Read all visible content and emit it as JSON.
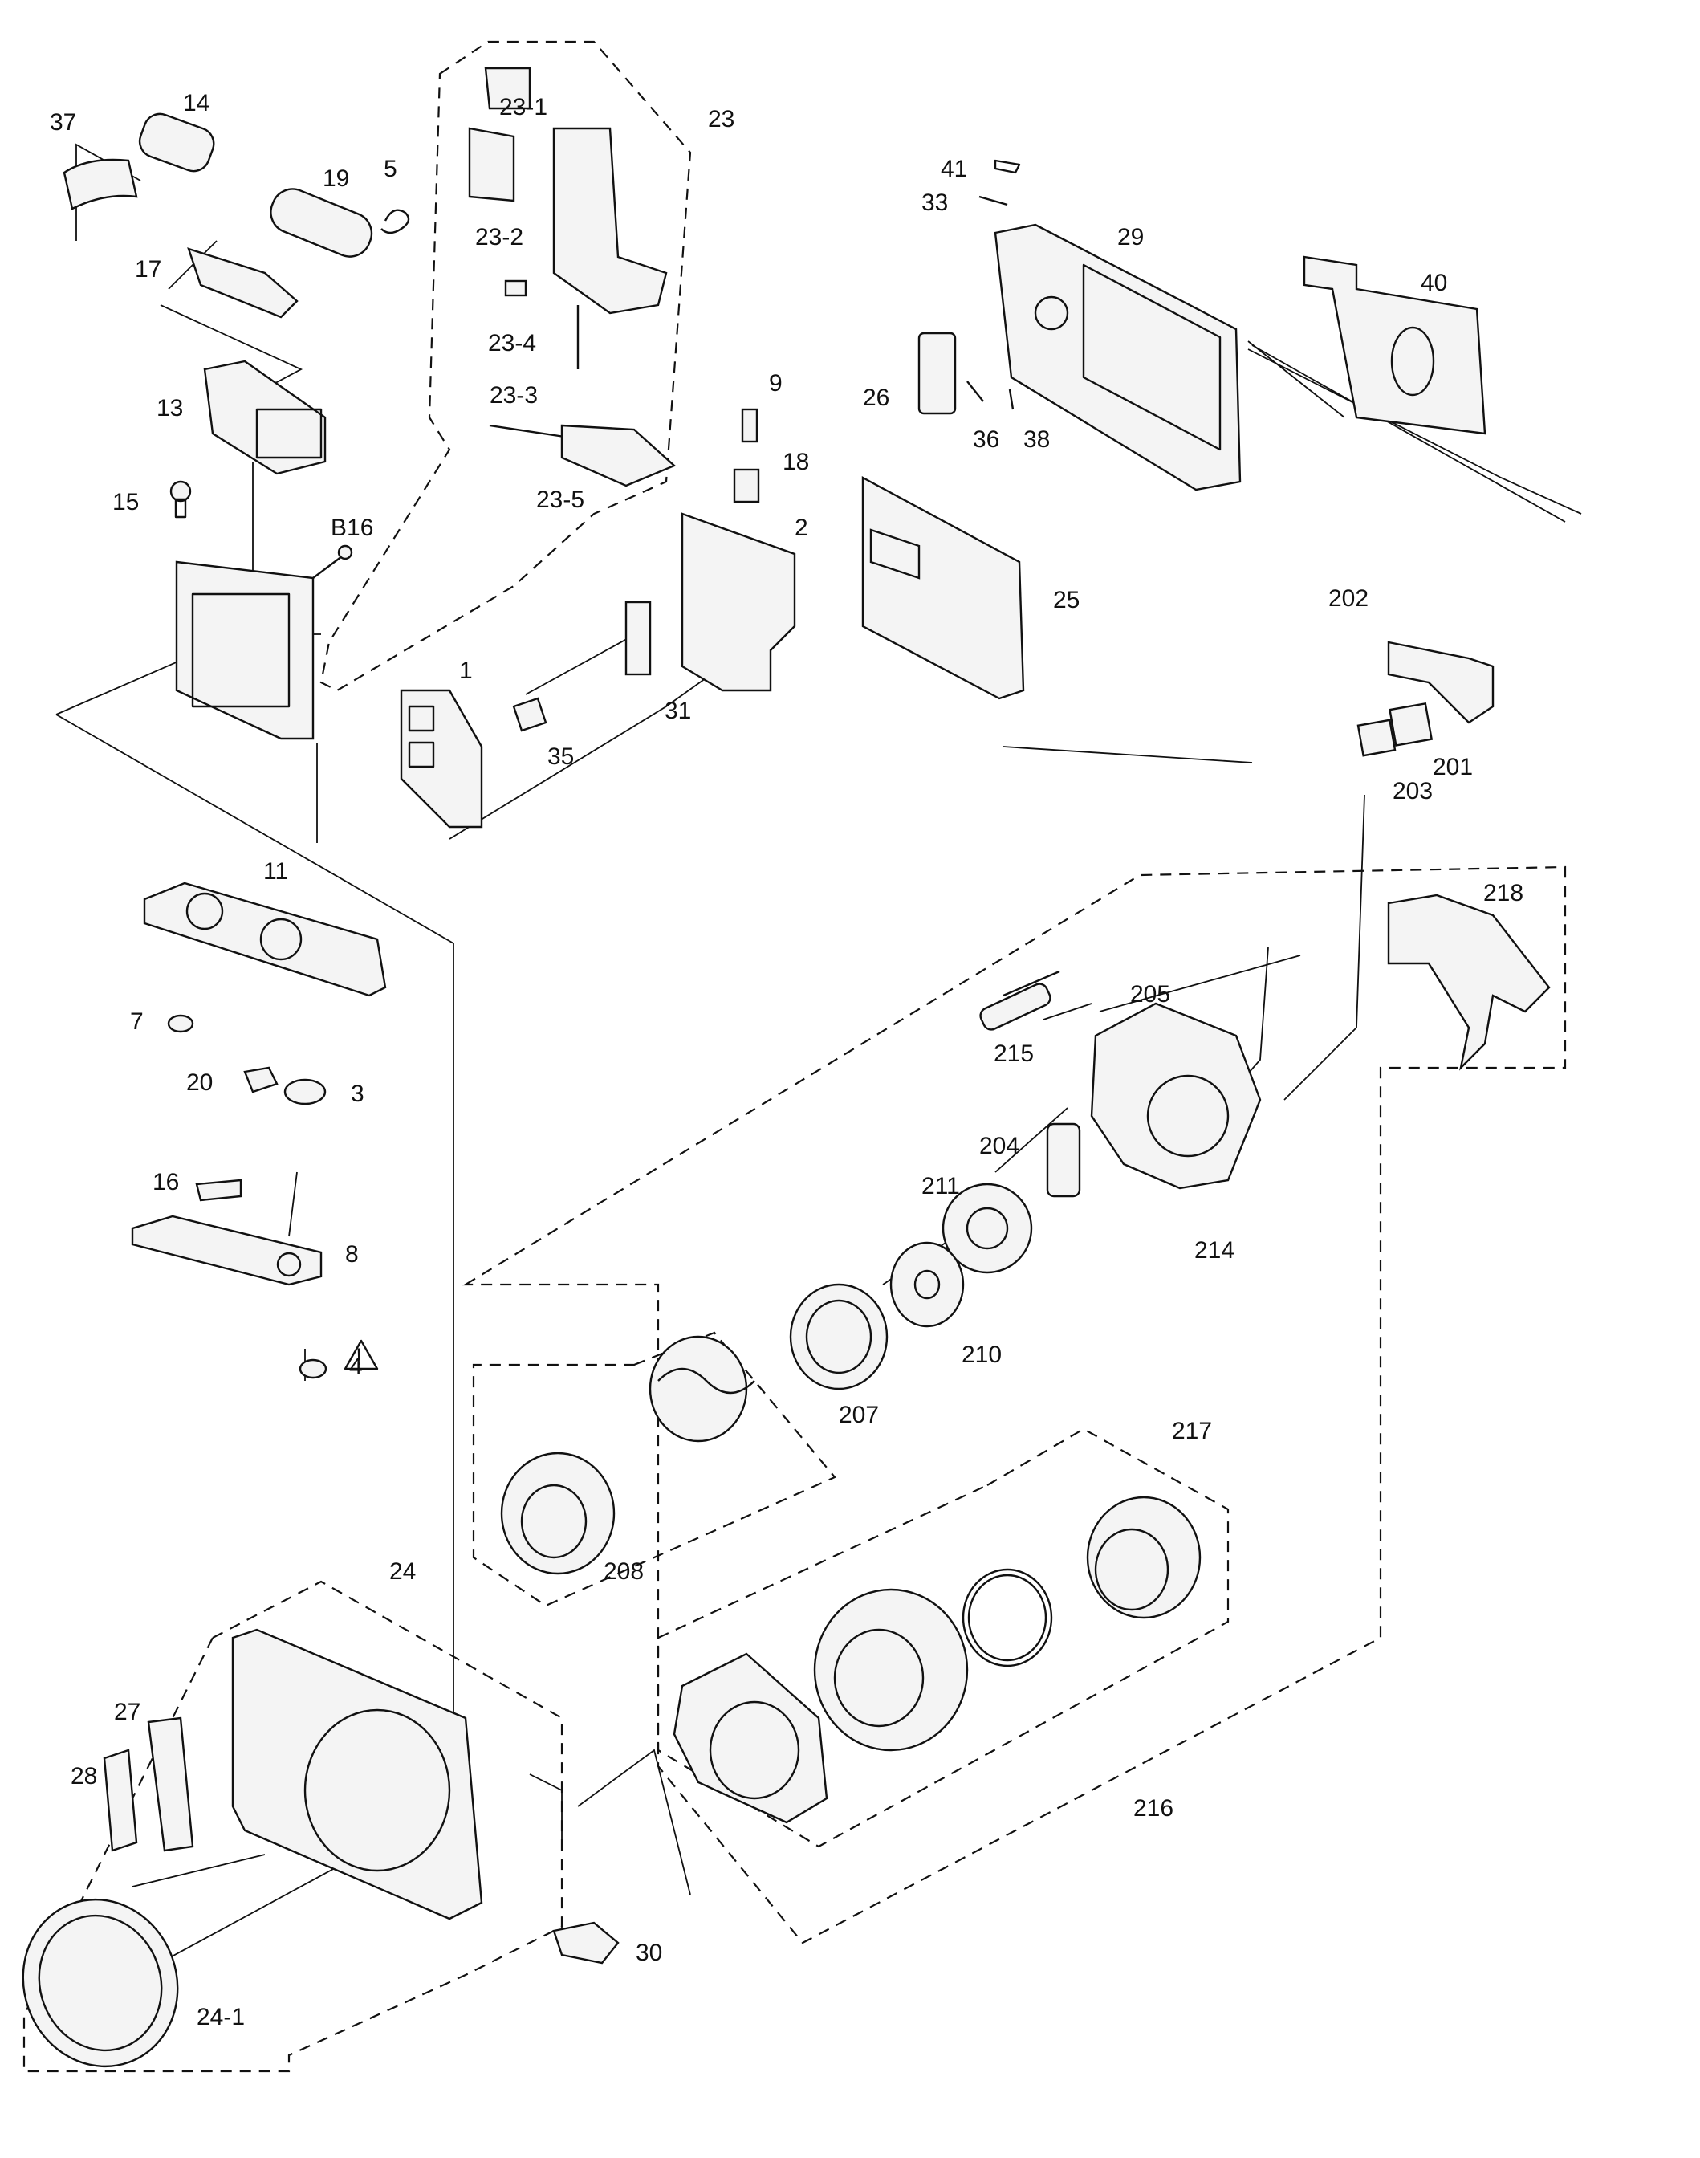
{
  "labels": {
    "l37": "37",
    "l14": "14",
    "l19": "19",
    "l5": "5",
    "l17": "17",
    "l13": "13",
    "l15": "15",
    "lB16": "B16",
    "l23_1": "23-1",
    "l23": "23",
    "l23_2": "23-2",
    "l23_4": "23-4",
    "l23_3": "23-3",
    "l23_5": "23-5",
    "l9": "9",
    "l18": "18",
    "l2": "2",
    "l1": "1",
    "l35": "35",
    "l31": "31",
    "l41": "41",
    "l33": "33",
    "l29": "29",
    "l40": "40",
    "l26": "26",
    "l36": "36",
    "l38": "38",
    "l25": "25",
    "l202": "202",
    "l201": "201",
    "l203": "203",
    "l218": "218",
    "l11": "11",
    "l7": "7",
    "l20": "20",
    "l3": "3",
    "l16": "16",
    "l8": "8",
    "l4": "4",
    "l205": "205",
    "l215": "215",
    "l204": "204",
    "l211": "211",
    "l214": "214",
    "l210": "210",
    "l207": "207",
    "l208": "208",
    "l217": "217",
    "l216": "216",
    "l24": "24",
    "l27": "27",
    "l28": "28",
    "l30": "30",
    "l24_1": "24-1"
  },
  "warning_symbol": "!"
}
